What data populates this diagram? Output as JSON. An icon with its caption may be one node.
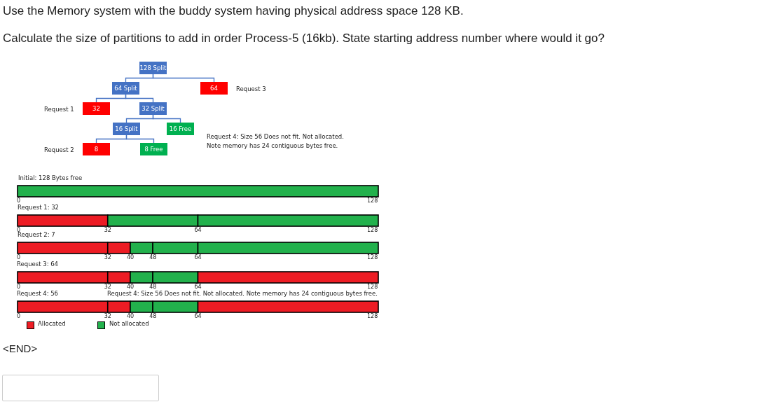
{
  "diagram": {
    "title": "Use the Memory system with the buddy system having physical address space 128 KB.",
    "nodes": [
      {
        "text": [
          "128 Split"
        ]
      },
      {
        "text": [
          "64 Split"
        ]
      },
      {
        "text": [
          "64"
        ],
        "beside": [
          "Request 3"
        ]
      },
      {
        "text": [
          "32"
        ],
        "beside": [
          "Request 1"
        ]
      },
      {
        "text": [
          "32 Split"
        ]
      },
      {
        "text": [
          "16 Split"
        ]
      },
      {
        "text": [
          "16 Free"
        ]
      },
      {
        "text": [
          "8"
        ],
        "beside": [
          "Request 2"
        ]
      },
      {
        "text": [
          "8 Free"
        ]
      }
    ],
    "edges": [
      {
        "from": 0,
        "to": 1,
        "arrow": "none"
      },
      {
        "from": 0,
        "to": 2,
        "arrow": "none"
      },
      {
        "from": 1,
        "to": 3,
        "arrow": "none"
      },
      {
        "from": 1,
        "to": 4,
        "arrow": "none"
      },
      {
        "from": 4,
        "to": 5,
        "arrow": "none"
      },
      {
        "from": 4,
        "to": 6,
        "arrow": "none"
      },
      {
        "from": 5,
        "to": 7,
        "arrow": "none"
      },
      {
        "from": 5,
        "to": 8,
        "arrow": "none"
      }
    ],
    "labels": [
      "Calculate the size of partitions to add in order Process-5 (16kb).  State starting address number where would it go?",
      "Request 4: Size 56  Does not fit.  Not allocated. Note memory has 24 contiguous bytes free.",
      "Initial: 128 Bytes free",
      "0",
      "128",
      "Request 1: 32",
      "0",
      "32",
      "64",
      "128",
      "Request 2: 7",
      "0",
      "32",
      "40",
      "48",
      "64",
      "128",
      "Request 3: 64",
      "0",
      "32",
      "40",
      "48",
      "64",
      "128",
      "Request 4: 56",
      "Request 4: Size 56  Does not fit.  Not allocated.  Note memory has 24 contiguous bytes free.",
      "0",
      "32",
      "40",
      "48",
      "64",
      "128",
      "<END>"
    ],
    "legend": [
      {
        "text": "Allocated",
        "color": "#ed1c24"
      },
      {
        "text": "Not allocated",
        "color": "#22b14c"
      }
    ]
  }
}
